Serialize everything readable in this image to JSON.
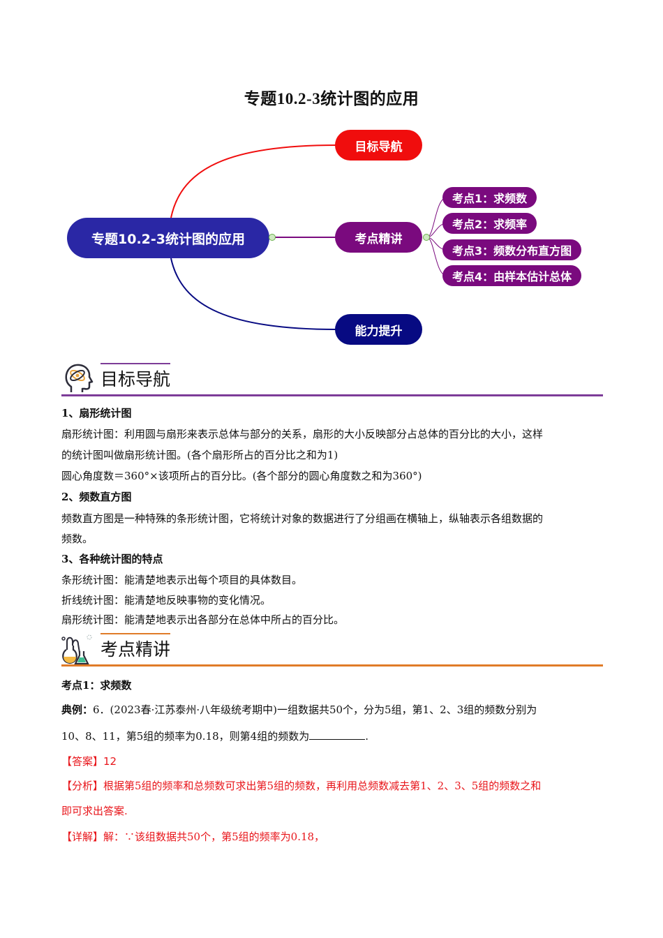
{
  "document": {
    "title": "专题10.2-3统计图的应用"
  },
  "mindmap": {
    "root": "专题10.2-3统计图的应用",
    "branches": [
      {
        "label": "目标导航",
        "color": "#f00d0d"
      },
      {
        "label": "考点精讲",
        "color": "#7a0a7e",
        "children": [
          "考点1：求频数",
          "考点2：求频率",
          "考点3：频数分布直方图",
          "考点4：由样本估计总体"
        ]
      },
      {
        "label": "能力提升",
        "color": "#070a82"
      }
    ],
    "root_color": "#2a27a5"
  },
  "section_goal": {
    "heading": "目标导航",
    "accent": "#7d3c98",
    "items": [
      {
        "title": "1、扇形统计图",
        "paragraphs": [
          "扇形统计图：利用圆与扇形来表示总体与部分的关系，扇形的大小反映部分占总体的百分比的大小，这样",
          "的统计图叫做扇形统计图。(各个扇形所占的百分比之和为1)",
          "圆心角度数＝360°×该项所占的百分比。(各个部分的圆心角度数之和为360°)"
        ]
      },
      {
        "title": "2、频数直方图",
        "paragraphs": [
          "频数直方图是一种特殊的条形统计图，它将统计对象的数据进行了分组画在横轴上，纵轴表示各组数据的",
          "频数。"
        ]
      },
      {
        "title": "3、各种统计图的特点",
        "paragraphs": [
          "条形统计图：能清楚地表示出每个项目的具体数目。",
          "折线统计图：能清楚地反映事物的变化情况。",
          "扇形统计图：能清楚地表示出各部分在总体中所占的百分比。"
        ]
      }
    ]
  },
  "section_key": {
    "heading": "考点精讲",
    "accent": "#e07b28",
    "point_title": "考点1：求频数",
    "example_label": "典例：",
    "example_line1": "6．(2023春·江苏泰州·八年级统考期中)一组数据共50个，分为5组，第1、2、3组的频数分别为",
    "example_line2": "10、8、11，第5组的频率为0.18，则第4组的频数为",
    "example_end": ".",
    "answer_label": "【答案】",
    "answer_value": "12",
    "analysis_label": "【分析】",
    "analysis_line1": "根据第5组的频率和总频数可求出第5组的频数，再利用总频数减去第1、2、3、5组的频数之和",
    "analysis_line2": "即可求出答案.",
    "detail_label": "【详解】",
    "detail_text": "解：∵该组数据共50个，第5组的频率为0.18，"
  }
}
